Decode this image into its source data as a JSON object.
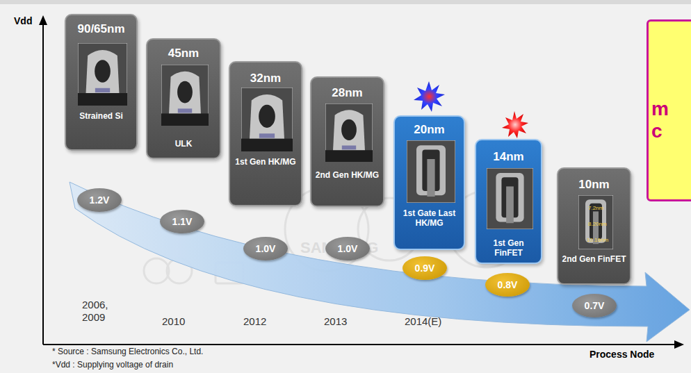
{
  "diagram": {
    "nodes": [
      {
        "text": [
          "90/65nm",
          "Strained Si"
        ]
      },
      {
        "text": [
          "45nm",
          "ULK"
        ]
      },
      {
        "text": [
          "32nm",
          "1st Gen HK/MG"
        ]
      },
      {
        "text": [
          "28nm",
          "2nd Gen HK/MG"
        ]
      },
      {
        "text": [
          "20nm",
          "1st Gate Last HK/MG"
        ]
      },
      {
        "text": [
          "14nm",
          "1st Gen FinFET"
        ]
      },
      {
        "text": [
          "10nm",
          "2nd Gen FinFET"
        ]
      },
      {
        "text": [
          "1.2V"
        ]
      },
      {
        "text": [
          "1.1V"
        ]
      },
      {
        "text": [
          "1.0V"
        ]
      },
      {
        "text": [
          "1.0V"
        ]
      },
      {
        "text": [
          "0.9V"
        ]
      },
      {
        "text": [
          "0.8V"
        ]
      },
      {
        "text": [
          "0.7V"
        ]
      },
      {
        "text": [
          "m",
          "c"
        ]
      }
    ],
    "labels": [
      "Vdd",
      "Process Node",
      "2006, 2009",
      "2010",
      "2012",
      "2013",
      "2014(E)",
      "* Source : Samsung Electronics Co., Ltd.",
      "*Vdd : Supplying voltage of drain",
      "SAMSUNG",
      "7.2nm",
      "8.20nm",
      "10.16nm"
    ]
  }
}
